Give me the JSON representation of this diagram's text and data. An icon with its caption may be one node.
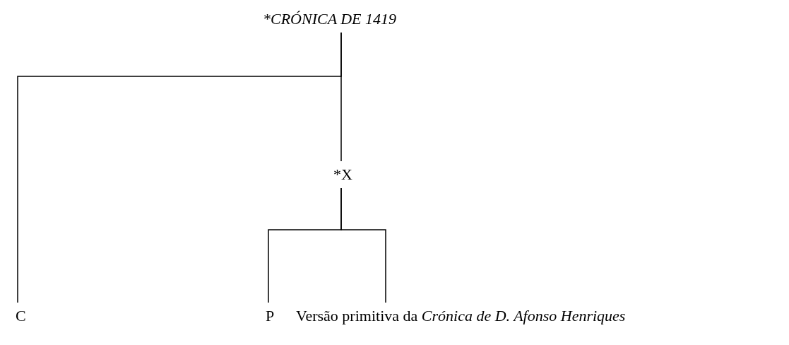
{
  "diagram": {
    "nodes": [
      {
        "text": [
          "*CRÓNICA DE 1419"
        ]
      },
      {
        "text": [
          "C"
        ]
      },
      {
        "text": [
          "*X"
        ]
      },
      {
        "text": [
          "P"
        ]
      },
      {
        "text": [
          "Versão primitiva da *Crónica de D. Afonso Henriques*"
        ]
      }
    ],
    "edges": [
      {
        "from": 0,
        "to": 1,
        "arrow": "none"
      },
      {
        "from": 0,
        "to": 2,
        "arrow": "none"
      },
      {
        "from": 2,
        "to": 3,
        "arrow": "none"
      },
      {
        "from": 2,
        "to": 4,
        "arrow": "none"
      }
    ]
  }
}
